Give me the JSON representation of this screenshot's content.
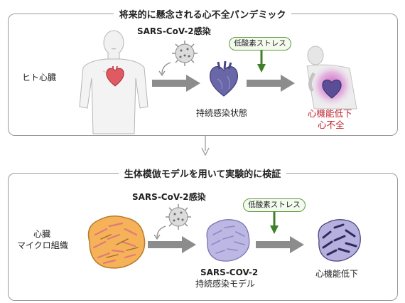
{
  "top_panel": {
    "title": "将来的に懸念される心不全パンデミック",
    "heart_label": "ヒト心臓",
    "virus_label": "SARS-CoV-2感染",
    "persistent_label": "持続感染状態",
    "stress_label": "低酸素ストレス",
    "outcome_line1": "心機能低下",
    "outcome_line2": "心不全"
  },
  "bottom_panel": {
    "title": "生体模倣モデルを用いて実験的に検証",
    "tissue_line1": "心臓",
    "tissue_line2": "マイクロ組織",
    "virus_label": "SARS-CoV-2感染",
    "stress_label": "低酸素ストレス",
    "model_line1": "SARS-COV-2",
    "model_line2": "持続感染モデル",
    "outcome_label": "心機能低下"
  },
  "colors": {
    "arrow_gray": "#8c8c8c",
    "stress_green": "#3f7f2a",
    "outcome_red": "#c0242f",
    "tissue_orange": "#f2a649",
    "infected_purple": "#b8b3e0"
  }
}
